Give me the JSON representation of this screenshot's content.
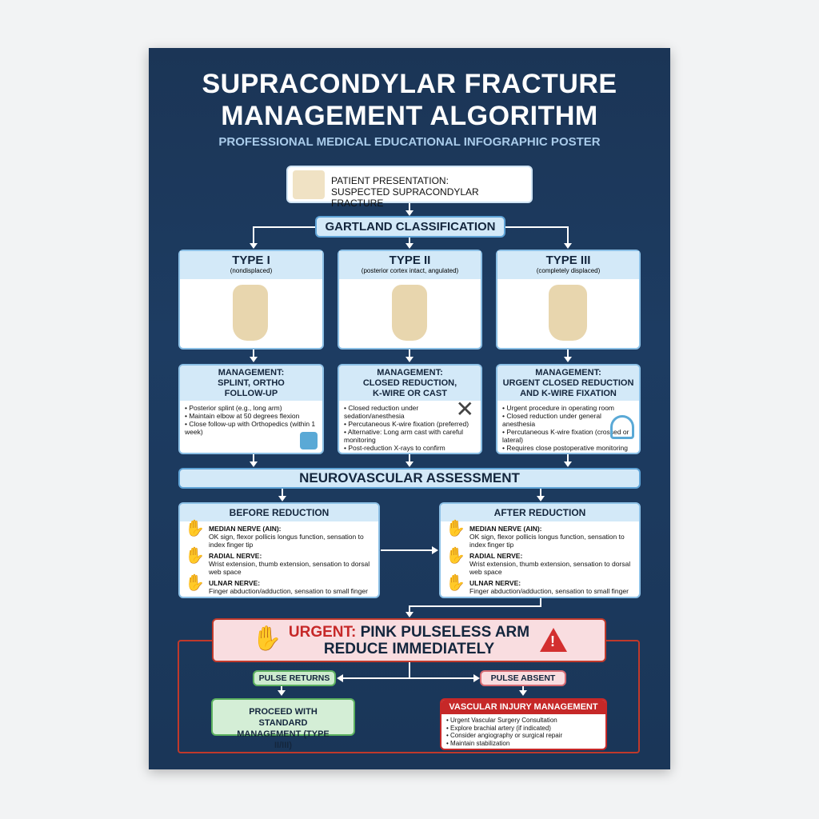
{
  "title": {
    "line1": "SUPRACONDYLAR FRACTURE",
    "line2": "MANAGEMENT ALGORITHM",
    "subtitle": "PROFESSIONAL MEDICAL EDUCATIONAL INFOGRAPHIC POSTER"
  },
  "presentation": {
    "line1": "PATIENT PRESENTATION:",
    "line2": "SUSPECTED SUPRACONDYLAR FRACTURE",
    "icon": "elbow-icon"
  },
  "classification": "GARTLAND CLASSIFICATION",
  "types": [
    {
      "name": "TYPE I",
      "desc": "(nondisplaced)"
    },
    {
      "name": "TYPE II",
      "desc": "(posterior cortex intact, angulated)"
    },
    {
      "name": "TYPE III",
      "desc": "(completely displaced)"
    }
  ],
  "management": [
    {
      "title": "MANAGEMENT:\nSPLINT, ORTHO\nFOLLOW-UP",
      "items": [
        "Posterior splint (e.g., long arm)",
        "Maintain elbow at 50 degrees flexion",
        "Close follow-up with Orthopedics (within 1 week)"
      ],
      "icon": "arm-splint-icon"
    },
    {
      "title": "MANAGEMENT:\nCLOSED REDUCTION,\nK-WIRE OR CAST",
      "items": [
        "Closed reduction under sedation/anesthesia",
        "Percutaneous K-wire fixation (preferred)",
        "Alternative: Long arm cast with careful monitoring",
        "Post-reduction X-rays to confirm alignment"
      ],
      "icon": "k-wire-icon"
    },
    {
      "title": "MANAGEMENT:\nURGENT CLOSED REDUCTION\nAND K-WIRE FIXATION",
      "items": [
        "Urgent procedure in operating room",
        "Closed reduction under general anesthesia",
        "Percutaneous K-wire fixation (crossed or lateral)",
        "Requires close postoperative monitoring"
      ],
      "icon": "c-arm-icon"
    }
  ],
  "neuro": {
    "title": "NEUROVASCULAR ASSESSMENT",
    "before": {
      "title": "BEFORE REDUCTION",
      "nerves": [
        {
          "name": "MEDIAN NERVE (AIN):",
          "desc": "OK sign, flexor pollicis longus function, sensation to index finger tip"
        },
        {
          "name": "RADIAL NERVE:",
          "desc": "Wrist extension, thumb extension, sensation to dorsal web space"
        },
        {
          "name": "ULNAR NERVE:",
          "desc": "Finger abduction/adduction, sensation to small finger"
        }
      ]
    },
    "after": {
      "title": "AFTER REDUCTION",
      "nerves": [
        {
          "name": "MEDIAN NERVE (AIN):",
          "desc": "OK sign, flexor pollicis longus function, sensation to index finger tip"
        },
        {
          "name": "RADIAL NERVE:",
          "desc": "Wrist extension, thumb extension, sensation to dorsal web space"
        },
        {
          "name": "ULNAR NERVE:",
          "desc": "Finger abduction/adduction, sensation to small finger"
        }
      ]
    }
  },
  "urgent": {
    "label": "URGENT:",
    "text1": "PINK PULSELESS ARM",
    "text2": "REDUCE IMMEDIATELY",
    "accent": "#c62828"
  },
  "pulse_returns": "PULSE RETURNS",
  "pulse_absent": "PULSE ABSENT",
  "proceed": "PROCEED WITH STANDARD MANAGEMENT (TYPE II/III)",
  "vascular": {
    "title": "VASCULAR INJURY MANAGEMENT",
    "items": [
      "Urgent Vascular Surgery Consultation",
      "Explore brachial artery (if indicated)",
      "Consider angiography or surgical repair",
      "Maintain stabilization"
    ]
  }
}
